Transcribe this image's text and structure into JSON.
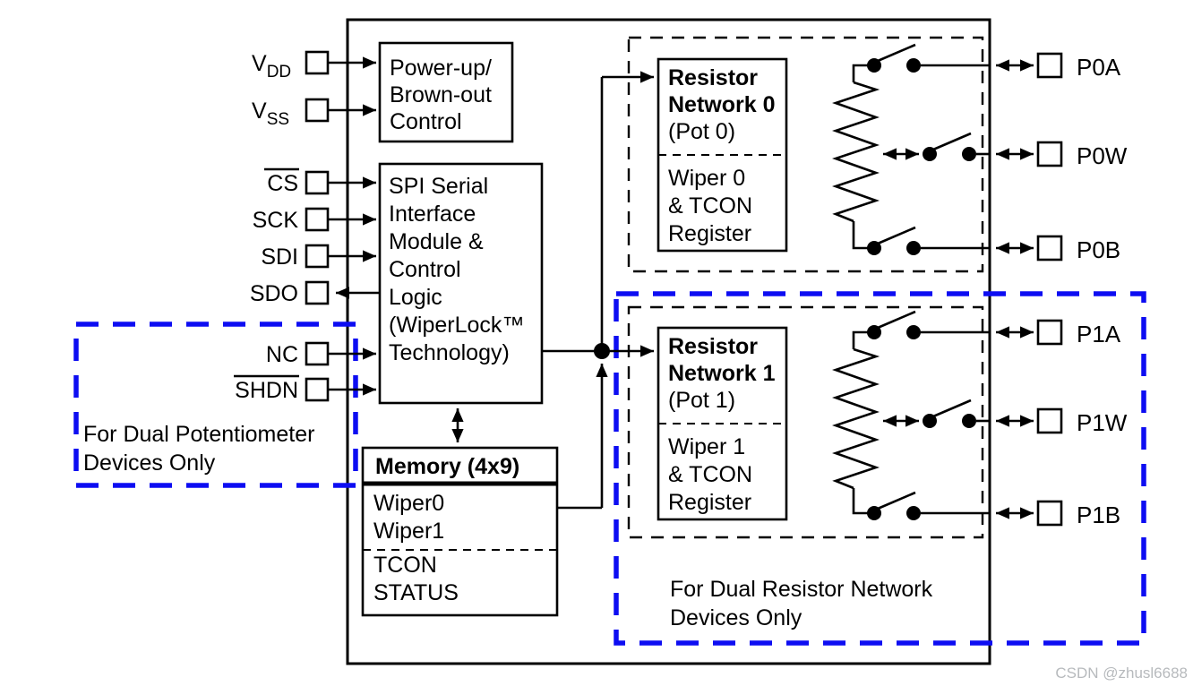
{
  "watermark": "CSDN @zhusl6688",
  "colors": {
    "annotation_blue": "#0d0df2",
    "line_black": "#000000",
    "watermark_gray": "#b7babd"
  },
  "blocks": {
    "power": {
      "lines": [
        "Power-up/",
        "Brown-out",
        "Control"
      ]
    },
    "spi": {
      "lines": [
        "SPI Serial",
        "Interface",
        "Module &",
        "Control",
        "Logic",
        "(WiperLock™",
        "Technology)"
      ]
    },
    "memory": {
      "title": "Memory (4x9)",
      "wiper_registers": [
        "Wiper0",
        "Wiper1"
      ],
      "control_registers": [
        "TCON",
        "STATUS"
      ]
    },
    "rn0": {
      "title_lines": [
        "Resistor",
        "Network 0"
      ],
      "subtitle": "(Pot 0)",
      "register_lines": [
        "Wiper 0",
        "& TCON",
        "Register"
      ]
    },
    "rn1": {
      "title_lines": [
        "Resistor",
        "Network 1"
      ],
      "subtitle": "(Pot 1)",
      "register_lines": [
        "Wiper 1",
        "& TCON",
        "Register"
      ]
    }
  },
  "pins_left": [
    {
      "id": "vdd",
      "main": "V",
      "sub": "DD"
    },
    {
      "id": "vss",
      "main": "V",
      "sub": "SS"
    },
    {
      "id": "cs",
      "label": "CS"
    },
    {
      "id": "sck",
      "label": "SCK"
    },
    {
      "id": "sdi",
      "label": "SDI"
    },
    {
      "id": "sdo",
      "label": "SDO"
    },
    {
      "id": "nc",
      "label": "NC"
    },
    {
      "id": "shdn",
      "label": "SHDN"
    }
  ],
  "pins_right": [
    "P0A",
    "P0W",
    "P0B",
    "P1A",
    "P1W",
    "P1B"
  ],
  "notes": {
    "dual_pot": [
      "For Dual Potentiometer",
      "Devices Only"
    ],
    "dual_rn": [
      "For Dual Resistor Network",
      "Devices Only"
    ]
  }
}
